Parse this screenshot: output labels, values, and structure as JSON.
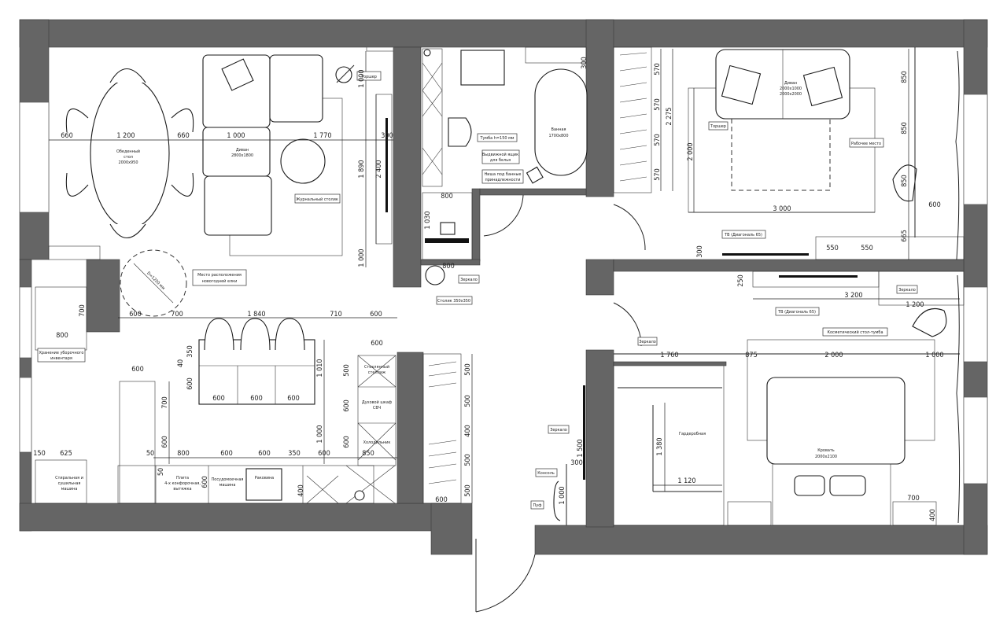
{
  "labels": {
    "living_floor_lamp": "Торшер",
    "dining_table_1": "Обеденный",
    "dining_table_2": "стол",
    "dining_table_3": "2000x950",
    "living_sofa_1": "Диван",
    "living_sofa_2": "2800x1800",
    "coffee_table": "Журнальный столик",
    "tree_place_1": "Место расположения",
    "tree_place_2": "новогодней елки",
    "tree_diameter": "D=1200 мм",
    "bath_cabinet": "Тумба h=150 мм",
    "laundry_drawer_1": "Выдвижной ящик",
    "laundry_drawer_2": "для белья",
    "bath_niche_1": "Ниша под банные",
    "bath_niche_2": "принадлежности",
    "bathtub_1": "Ванная",
    "bathtub_2": "1700x800",
    "wc_mirror": "Зеркало",
    "wc_side_table": "Столик 350x350",
    "bedroom_sofa_1": "Диван",
    "bedroom_sofa_2": "2000x1000",
    "bedroom_sofa_3": "2000x2000",
    "bedroom_floor_lamp": "Торшер",
    "workplace": "Рабочее место",
    "tv_1": "ТВ (Диагональ 65)",
    "tv_2": "ТВ (Диагональ 65)",
    "bedroom_mirror": "Зеркало",
    "vanity_table": "Косметический стол-тумба",
    "wardrobe_mirror": "Зеркало",
    "wardrobe": "Гардеробная",
    "bed_1": "Кровать",
    "bed_2": "2000x2100",
    "cleaning_storage_1": "Хранение уборочного",
    "cleaning_storage_2": "инвентаря",
    "washer_1": "Стиральная и",
    "washer_2": "сушильная",
    "washer_3": "машина",
    "stove_1": "Плита",
    "stove_2": "4-х конфорочная,",
    "stove_3": "вытяжка",
    "dishwasher_1": "Посудомоечная",
    "dishwasher_2": "машина",
    "sink": "Раковина",
    "glass_shelf_1": "Стеклянный",
    "glass_shelf_2": "стеллаж",
    "oven_1": "Духовой шкаф",
    "oven_2": "СВЧ",
    "fridge": "Холодильник",
    "hall_mirror": "Зеркало",
    "console": "Консоль",
    "pouf": "Пуф"
  },
  "dims": {
    "living": [
      "660",
      "1 200",
      "660",
      "1 000",
      "1 770",
      "300",
      "1 000",
      "1 890",
      "2 400",
      "1 000"
    ],
    "bath": [
      "300",
      "800",
      "1 030",
      "800"
    ],
    "bedroom1": [
      "570",
      "570",
      "570",
      "570",
      "2 275",
      "2 000",
      "3 000",
      "850",
      "850",
      "850",
      "600",
      "665",
      "550",
      "550",
      "300"
    ],
    "bedroom2": [
      "250",
      "3 200",
      "1 200",
      "1 760",
      "875",
      "2 000",
      "1 000",
      "1 380",
      "1 120",
      "700",
      "400"
    ],
    "kitchen": [
      "700",
      "800",
      "600",
      "700",
      "1 840",
      "710",
      "600",
      "600",
      "350",
      "40",
      "600",
      "600",
      "600",
      "600",
      "1 010",
      "700",
      "600",
      "1 000",
      "150",
      "625",
      "50",
      "800",
      "600",
      "600",
      "350",
      "600",
      "850",
      "600",
      "500",
      "600",
      "600",
      "50",
      "600",
      "400"
    ],
    "hall": [
      "500",
      "500",
      "400",
      "500",
      "500",
      "600",
      "1 500",
      "300",
      "1 000"
    ]
  }
}
